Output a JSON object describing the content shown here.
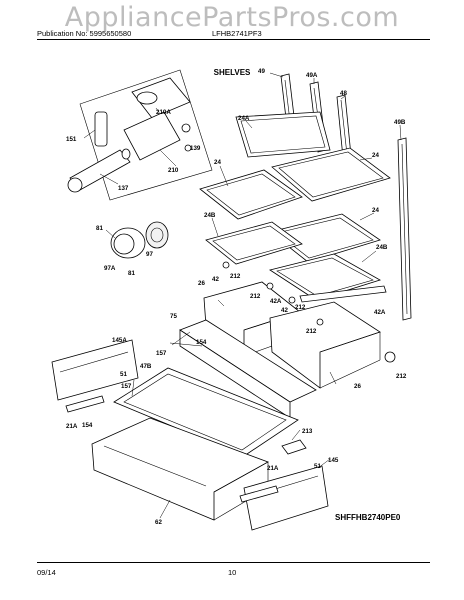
{
  "watermark": "AppliancePartsPros.com",
  "header": {
    "publication": "Publication No: 5995650580",
    "model": "LFHB2741PF3"
  },
  "section_title": "SHELVES",
  "diagram_code": "SHFFHB2740PE0",
  "footer": {
    "date": "09/14",
    "page": "10"
  },
  "callouts": {
    "c49": "49",
    "c49A": "49A",
    "c48": "48",
    "c49B": "49B",
    "c24A": "24A",
    "c24_1": "24",
    "c24_2": "24",
    "c24_3": "24",
    "c24B_1": "24B",
    "c24B_2": "24B",
    "c151": "151",
    "c210A": "210A",
    "c139": "139",
    "c210": "210",
    "c137": "137",
    "c81_1": "81",
    "c81_2": "81",
    "c97A": "97A",
    "c97": "97",
    "c42_1": "42",
    "c42_2": "42",
    "c42A_1": "42A",
    "c42A_2": "42A",
    "c212_1": "212",
    "c212_2": "212",
    "c212_3": "212",
    "c212_4": "212",
    "c212_5": "212",
    "c26_1": "26",
    "c26_2": "26",
    "c75": "75",
    "c154_1": "154",
    "c154_2": "154",
    "c145A": "145A",
    "c157_1": "157",
    "c157_2": "157",
    "c47B": "47B",
    "c51_1": "51",
    "c51_2": "51",
    "c21A_1": "21A",
    "c21A_2": "21A",
    "c213": "213",
    "c145": "145",
    "c62": "62"
  }
}
